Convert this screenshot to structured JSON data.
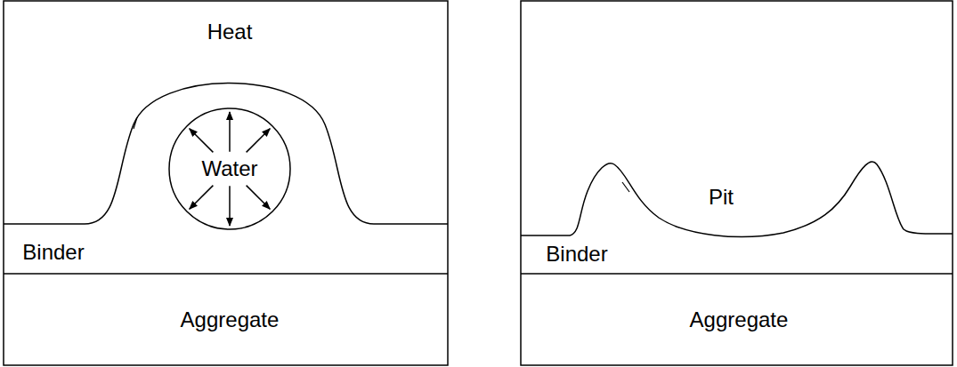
{
  "diagram": {
    "nodes": [
      {
        "text": [
          "Water"
        ]
      }
    ],
    "labels": [
      "Heat",
      "Binder",
      "Aggregate",
      "Pit",
      "Binder",
      "Aggregate"
    ]
  }
}
